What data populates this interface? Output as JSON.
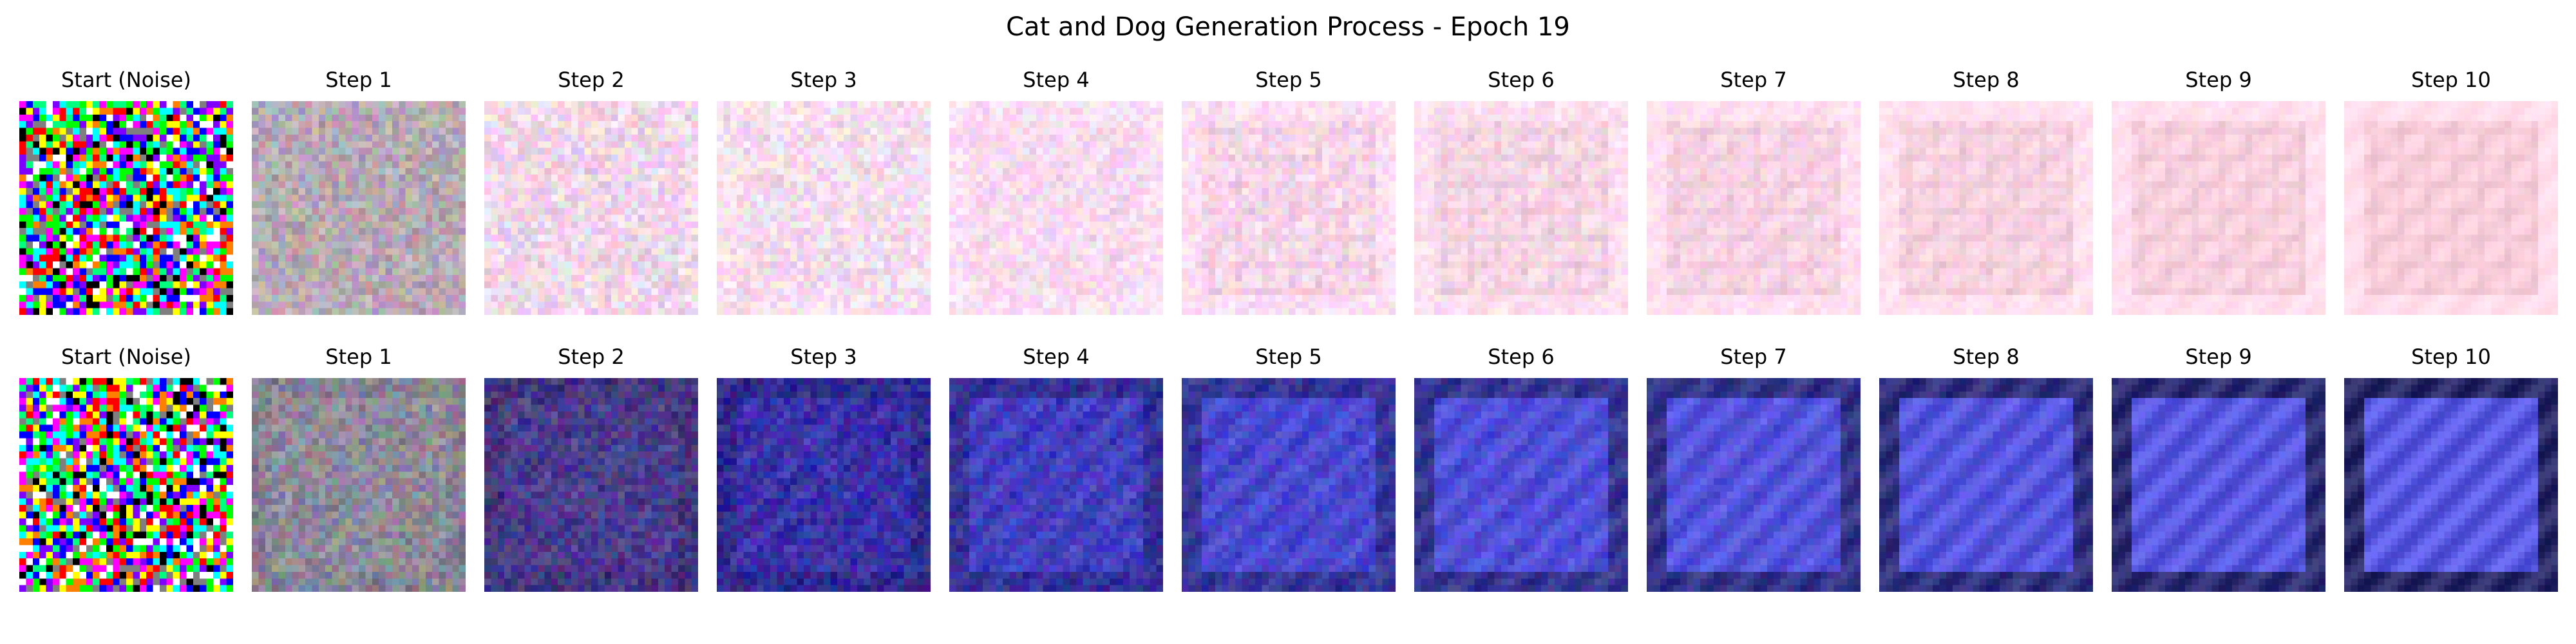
{
  "title": "Cat and Dog Generation Process - Epoch 19",
  "rows": [
    {
      "id": "cat",
      "panel_titles": [
        "Start (Noise)",
        "Step 1",
        "Step 2",
        "Step 3",
        "Step 4",
        "Step 5",
        "Step 6",
        "Step 7",
        "Step 8",
        "Step 9",
        "Step 10"
      ],
      "noise_colors": [
        "#ff0000",
        "#00ff00",
        "#0000ff",
        "#ffff00",
        "#ff00ff",
        "#00ffff",
        "#ffffff",
        "#000000",
        "#7f7f7f",
        "#ff7f00",
        "#7f00ff",
        "#00ff7f"
      ],
      "step_tints": [
        "#b7a8b3",
        "#f0d6e8",
        "#f6dcec",
        "#fbdaf0",
        "#fbd9ec",
        "#fad8e8",
        "#fbd6e6",
        "#fbd6e4",
        "#fcd4e2",
        "#fdd2df"
      ]
    },
    {
      "id": "dog",
      "panel_titles": [
        "Start (Noise)",
        "Step 1",
        "Step 2",
        "Step 3",
        "Step 4",
        "Step 5",
        "Step 6",
        "Step 7",
        "Step 8",
        "Step 9",
        "Step 10"
      ],
      "noise_colors": [
        "#ff0000",
        "#00ff00",
        "#0000ff",
        "#ffff00",
        "#ff00ff",
        "#00ffff",
        "#ffffff",
        "#000000",
        "#7f7f7f",
        "#ff7f00",
        "#7f00ff",
        "#00ff7f"
      ],
      "step_tints": [
        "#8e8a9a",
        "#4a3c8c",
        "#3a32a8",
        "#4240c0",
        "#4a4ad0",
        "#5050d8",
        "#5454dc",
        "#5656de",
        "#5858e0",
        "#5a5ae2"
      ]
    }
  ]
}
